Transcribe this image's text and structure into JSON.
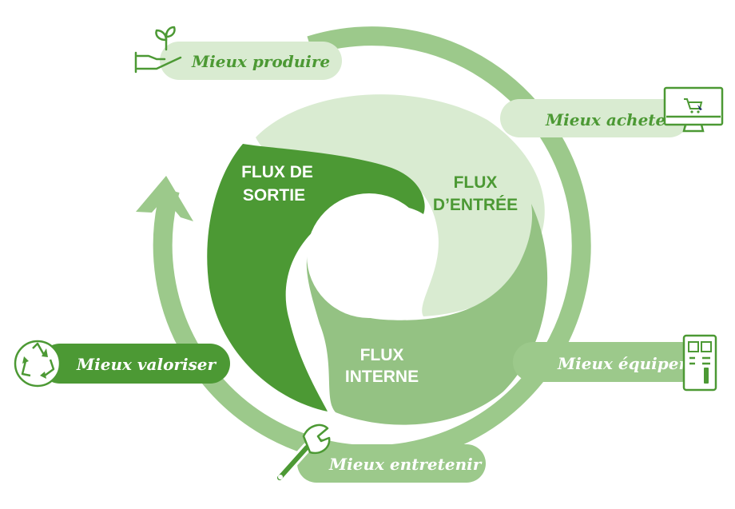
{
  "colors": {
    "dark_green": "#4c9934",
    "mid_green": "#94c283",
    "light_green": "#d9ebd1",
    "ring_green": "#9cc98b",
    "white": "#ffffff"
  },
  "flux": {
    "sortie": {
      "line1": "FLUX DE",
      "line2": "SORTIE"
    },
    "entree": {
      "line1": "FLUX",
      "line2": "D’ENTRÉE"
    },
    "interne": {
      "line1": "FLUX",
      "line2": "INTERNE"
    }
  },
  "steps": {
    "produire": {
      "label": "Mieux produire",
      "icon": "hand-plant-icon"
    },
    "acheter": {
      "label": "Mieux acheter",
      "icon": "computer-cart-icon"
    },
    "equiper": {
      "label": "Mieux équiper",
      "icon": "device-remote-icon"
    },
    "entretenir": {
      "label": "Mieux entretenir",
      "icon": "wrench-icon"
    },
    "valoriser": {
      "label": "Mieux valoriser",
      "icon": "recycle-icon"
    }
  }
}
